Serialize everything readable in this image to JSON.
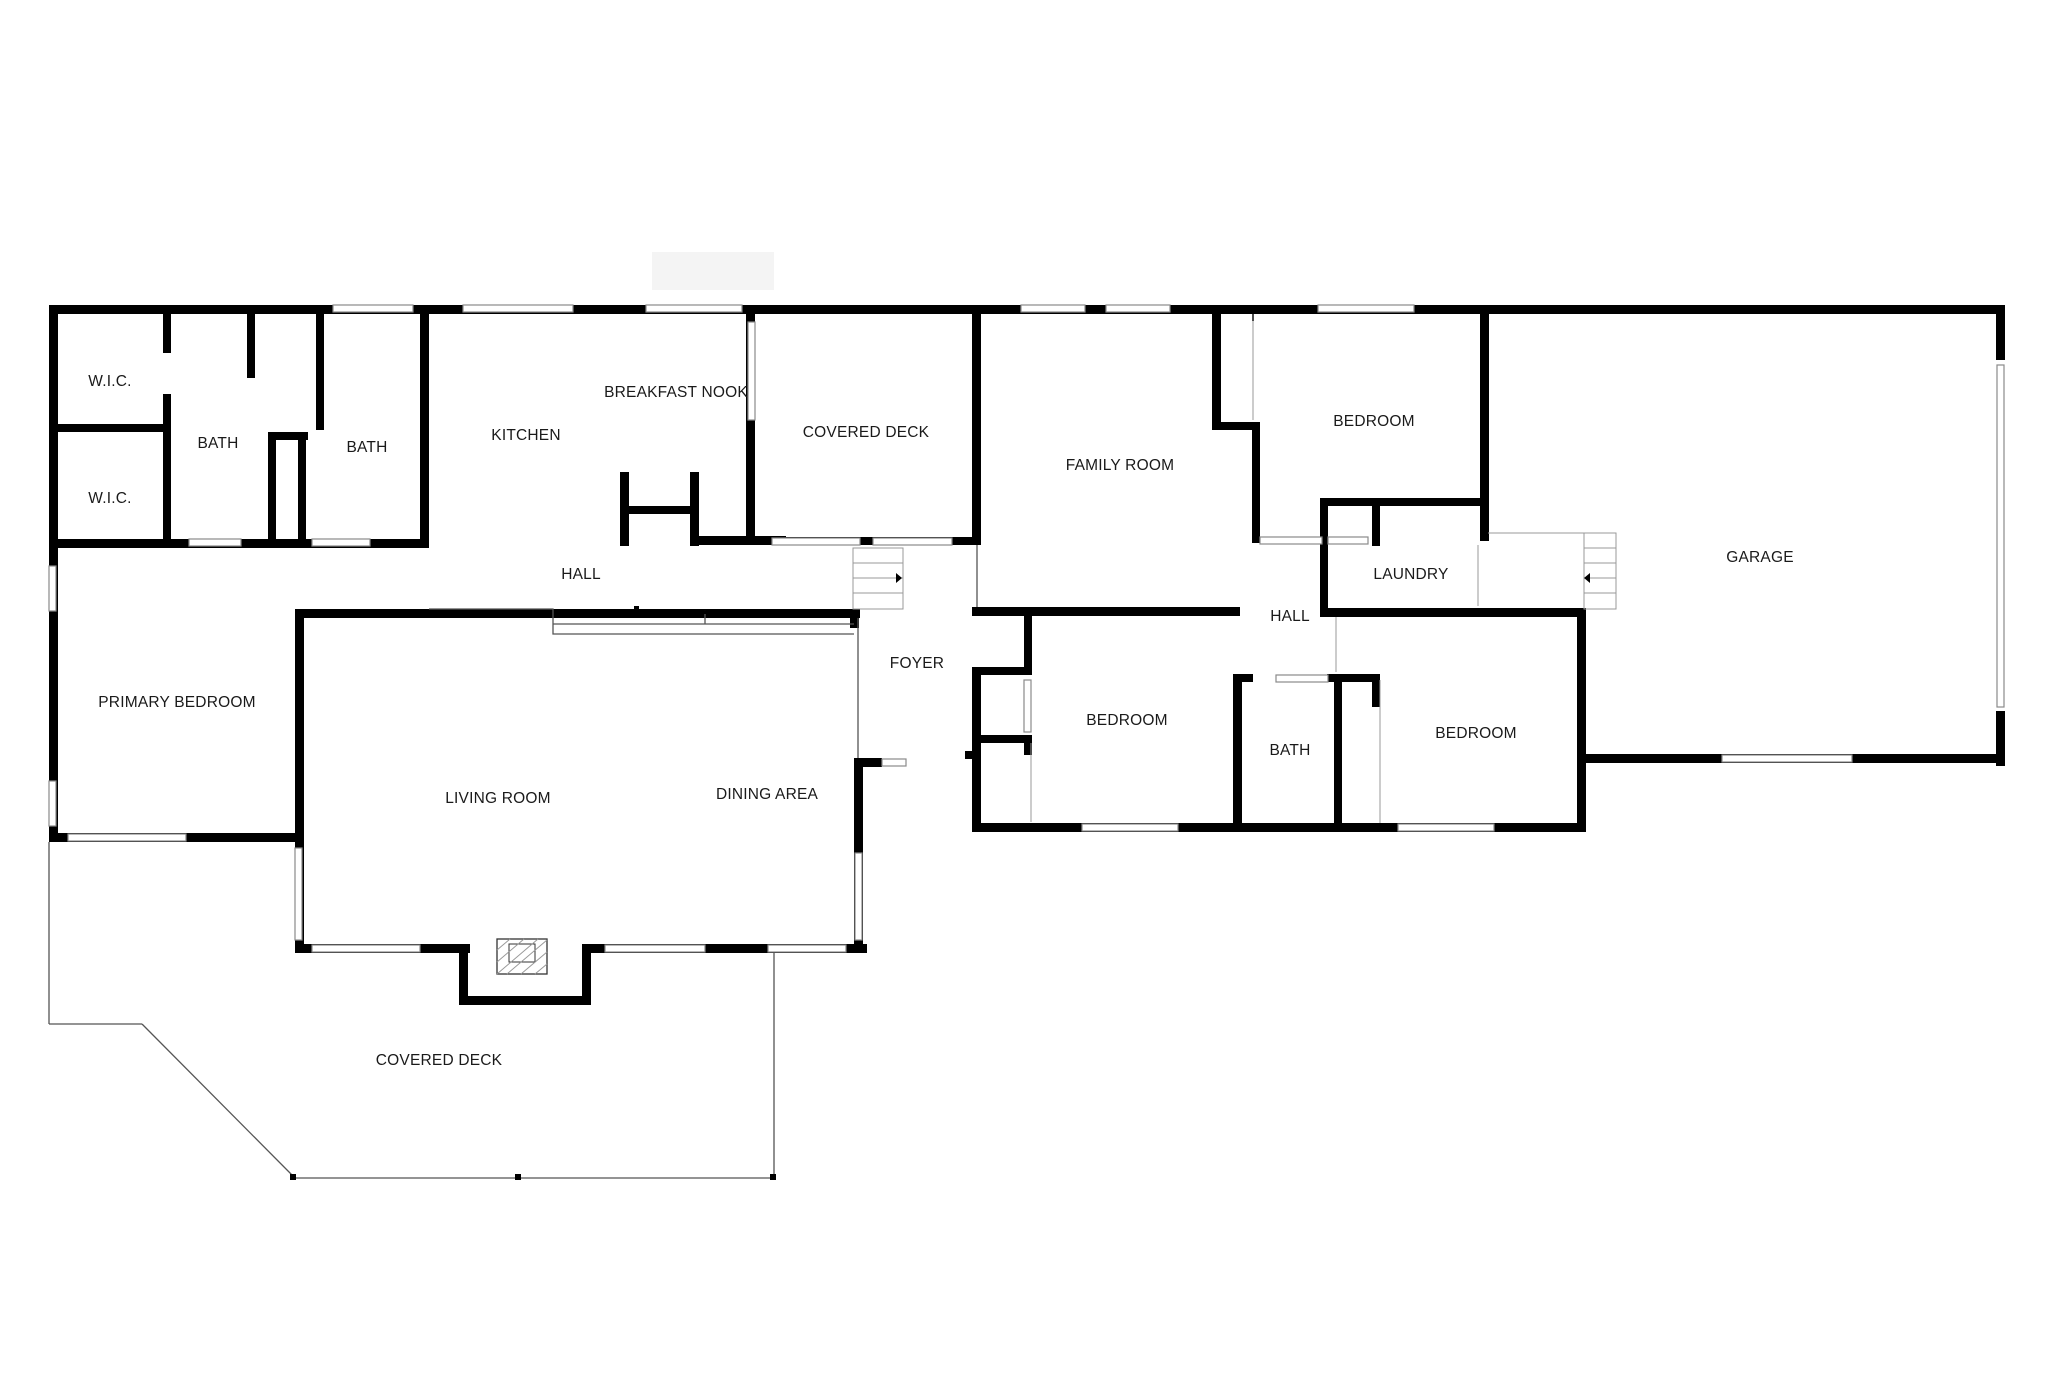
{
  "rooms": {
    "wic_1": "W.I.C.",
    "wic_2": "W.I.C.",
    "bath_1": "BATH",
    "bath_2": "BATH",
    "kitchen": "KITCHEN",
    "breakfast_nook": "BREAKFAST NOOK",
    "covered_deck_1": "COVERED DECK",
    "hall_1": "HALL",
    "primary_bedroom": "PRIMARY BEDROOM",
    "living_room": "LIVING ROOM",
    "dining_area": "DINING AREA",
    "foyer": "FOYER",
    "covered_deck_2": "COVERED DECK",
    "family_room": "FAMILY ROOM",
    "bedroom_1": "BEDROOM",
    "laundry": "LAUNDRY",
    "hall_2": "HALL",
    "bedroom_2": "BEDROOM",
    "bath_3": "BATH",
    "bedroom_3": "BEDROOM",
    "garage": "GARAGE"
  },
  "colors": {
    "wall": "#000000",
    "window": "#ffffff",
    "background": "#ffffff"
  }
}
